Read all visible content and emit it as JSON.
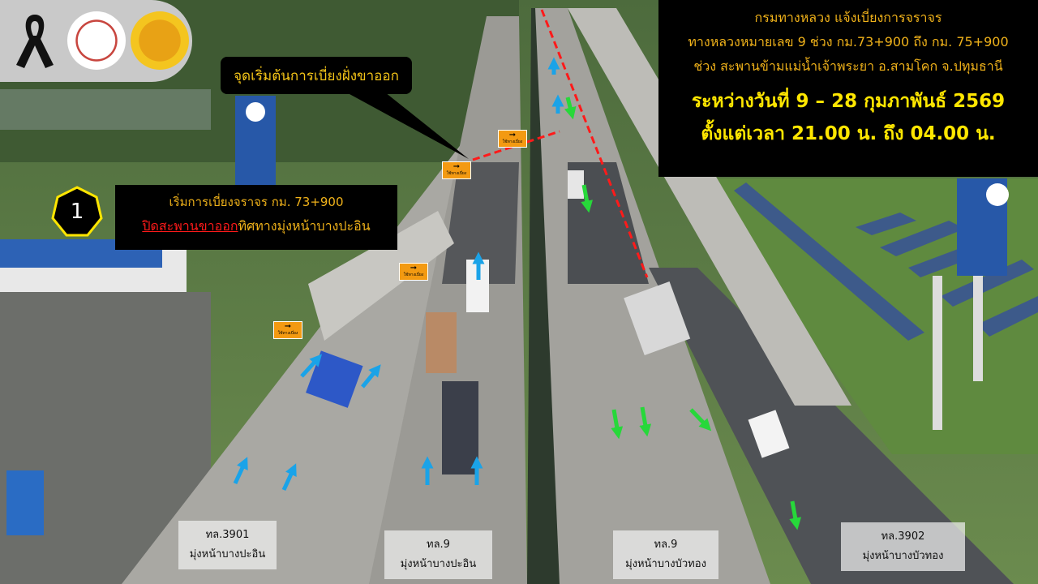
{
  "logos": {
    "mourning_ribbon": "black-mourning-ribbon",
    "ministry_seal": "ministry-of-transport-seal",
    "department_seal": "กรมทางหลวง"
  },
  "callout": {
    "text": "จุดเริ่มต้นการเบี่ยงฝั่งขาออก"
  },
  "notice": {
    "line1": "กรมทางหลวง แจ้งเบี่ยงการจราจร",
    "line2": "ทางหลวงหมายเลข 9 ช่วง กม.73+900 ถึง กม. 75+900",
    "line3": "ช่วง สะพานข้ามแม่น้ำเจ้าพระยา อ.สามโคก จ.ปทุมธานี",
    "dates": "ระหว่างวันที่ 9 – 28 กุมภาพันธ์ 2569",
    "times": "ตั้งแต่เวลา 21.00 น. ถึง 04.00 น."
  },
  "step": {
    "number": "1",
    "title": "เริ่มการเบี่ยงจราจร กม. 73+900",
    "closure": "ปิดสะพานขาออก",
    "direction": "ทิศทางมุ่งหน้าบางปะอิน"
  },
  "detour_sign": {
    "text": "ใช้ทางเบี่ยง"
  },
  "road_labels": [
    {
      "route": "ทล.3901",
      "direction": "มุ่งหน้าบางปะอิน"
    },
    {
      "route": "ทล.9",
      "direction": "มุ่งหน้าบางปะอิน"
    },
    {
      "route": "ทล.9",
      "direction": "มุ่งหน้าบางบัวทอง"
    },
    {
      "route": "ทล.3902",
      "direction": "มุ่งหน้าบางบัวทอง"
    }
  ],
  "colors": {
    "inbound_arrow": "#1aa3e8",
    "outbound_arrow": "#27d83a",
    "closure_line": "#ff1a1a",
    "highlight": "#ffe600"
  }
}
